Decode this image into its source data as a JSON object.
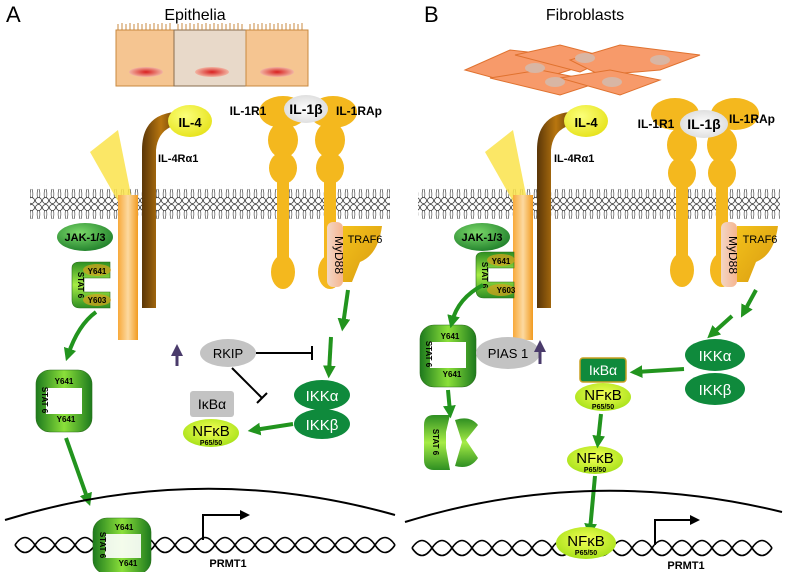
{
  "panels": {
    "a": {
      "letter": "A",
      "title": "Epithelia",
      "receptor_il4": {
        "ligand": "IL-4",
        "chain": "IL-4Rα1",
        "kinase": "JAK-1/3"
      },
      "stat6_monomer": {
        "label": "STAT 6",
        "site_top": "Y641",
        "site_bottom": "Y603"
      },
      "stat6_dimer": {
        "label": "STAT 6",
        "site_top": "Y641",
        "site_bottom": "Y641"
      },
      "stat6_nuclear": {
        "label": "STAT 6",
        "site_top": "Y641",
        "site_bottom": "Y641"
      },
      "il1_receptor": {
        "ligand": "IL-1β",
        "r1": "IL-1R1",
        "rap": "IL-1RAp"
      },
      "myd88": "MyD88",
      "traf6": "TRAF6",
      "rkip": "RKIP",
      "ikka": "IKKα",
      "ikkb": "IKKβ",
      "ikba": "IκBα",
      "nfkb": "NFκB",
      "nfkb_sub": "P65/50",
      "gene": "PRMT1"
    },
    "b": {
      "letter": "B",
      "title": "Fibroblasts",
      "receptor_il4": {
        "ligand": "IL-4",
        "chain": "IL-4Rα1",
        "kinase": "JAK-1/3"
      },
      "stat6_monomer": {
        "label": "STAT 6",
        "site_top": "Y641",
        "site_bottom": "Y603"
      },
      "stat6_dimer": {
        "label": "STAT 6",
        "site_top": "Y641",
        "site_bottom": "Y641"
      },
      "stat6_free": {
        "label": "STAT 6"
      },
      "pias1": "PIAS 1",
      "il1_receptor": {
        "ligand": "IL-1β",
        "r1": "IL-1R1",
        "rap": "IL-1RAp"
      },
      "myd88": "MyD88",
      "traf6": "TRAF6",
      "ikka": "IKKα",
      "ikkb": "IKKβ",
      "ikba": "IκBα",
      "nfkb": "NFκB",
      "nfkb_sub": "P65/50",
      "nfkb2": "NFκB",
      "nfkb2_sub": "P65/50",
      "nfkb3": "NFκB",
      "nfkb3_sub": "P65/50",
      "gene": "PRMT1"
    }
  },
  "colors": {
    "green_dark": "#0e8a3c",
    "green_mid": "#2aa52a",
    "green_light": "#9be23a",
    "orange": "#f7a11a",
    "yellow": "#f3c11b",
    "brown": "#7a4a10",
    "grey": "#bdbdbd",
    "arrow_green": "#22941e",
    "up_arrow": "#4a3b6b"
  }
}
